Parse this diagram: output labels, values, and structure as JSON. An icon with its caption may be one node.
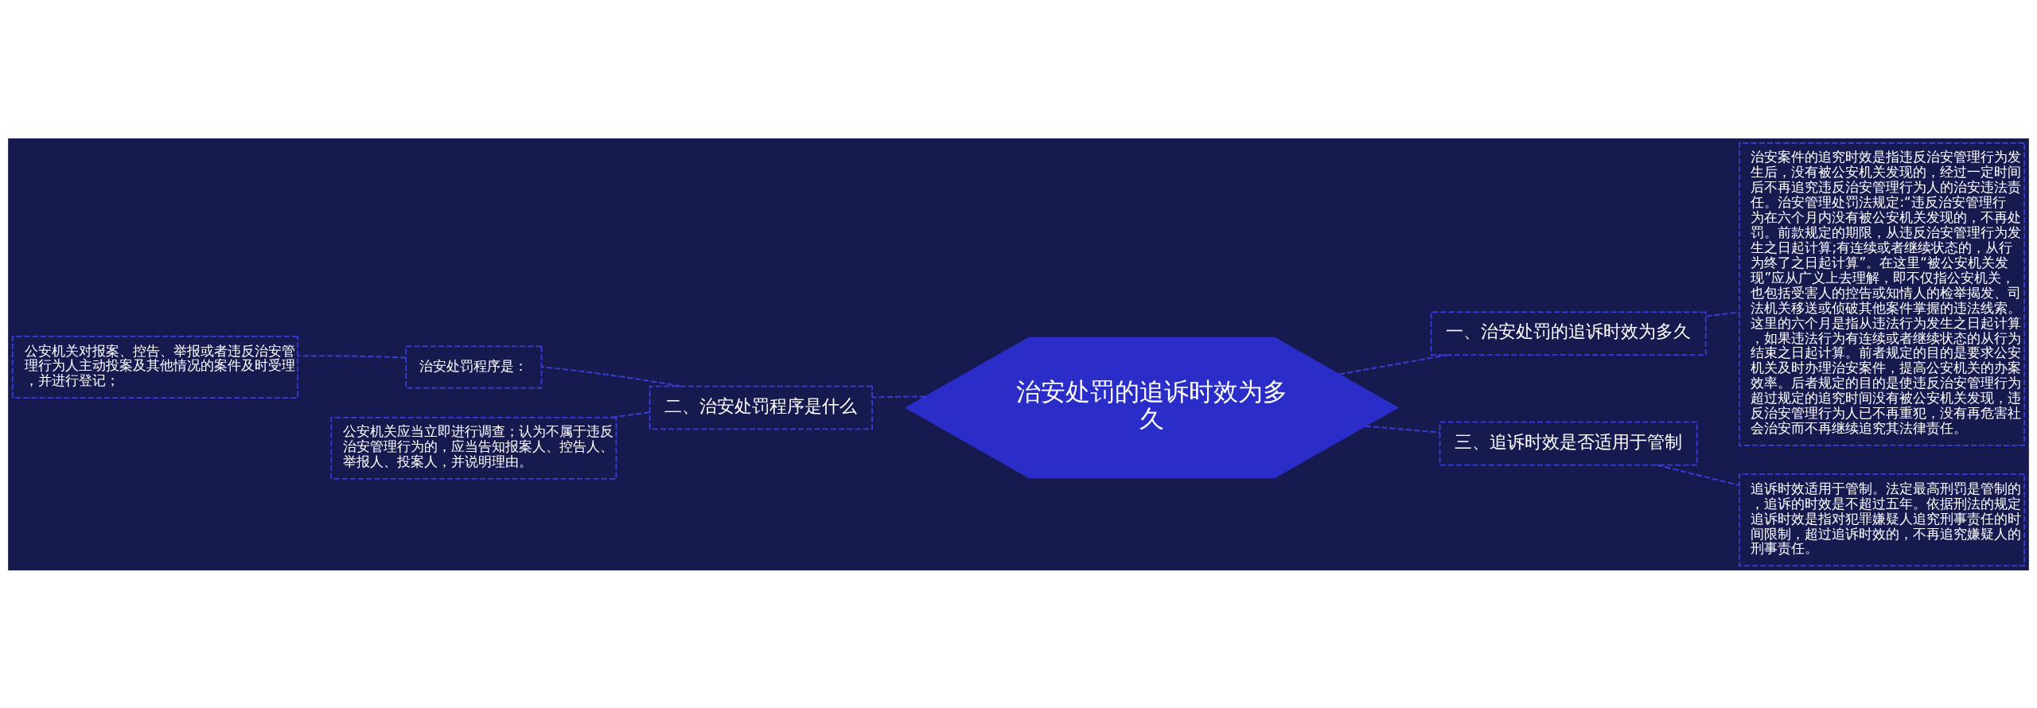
{
  "diagram": {
    "nodes": [
      {
        "text": [
          "治安处罚的追诉时效为多久"
        ]
      },
      {
        "text": [
          "一、治安处罚的追诉时效为多久"
        ]
      },
      {
        "text": [
          "治安案件的追究时效是指违反治安管理行为发生后，没有被公安机关发现的，经过一定时间后不再追究违反治安管理行为人的治安违法责任。治安管理处罚法规定:“违反治安管理行为在六个月内没有被公安机关发现的，不再处罚。前款规定的期限，从违反治安管理行为发生之日起计算;有连续或者继续状态的，从行为终了之日起计算”。在这里“被公安机关发现”应从广义上去理解，即不仅指公安机关，也包括受害人的控告或知情人的检举揭发、司法机关移送或侦破其他案件掌握的违法线索。这里的六个月是指从违法行为发生之日起计算，如果违法行为有连续或者继续状态的从行为结束之日起计算。前者规定的目的是要求公安机关及时办理治安案件，提高公安机关的办案效率。后者规定的目的是使违反治安管理行为超过规定的追究时间没有被公安机关发现，违反治安管理行为人已不再重犯，没有再危害社会治安而不再继续追究其法律责任。"
        ]
      },
      {
        "text": [
          "二、治安处罚程序是什么"
        ]
      },
      {
        "text": [
          "治安处罚程序是："
        ]
      },
      {
        "text": [
          "公安机关对报案、控告、举报或者违反治安管理行为人主动投案及其他情况的案件及时受理，并进行登记；"
        ]
      },
      {
        "text": [
          "公安机关应当立即进行调查；认为不属于违反治安管理行为的，应当告知报案人、控告人、举报人、投案人，并说明理由。"
        ]
      },
      {
        "text": [
          "三、追诉时效是否适用于管制"
        ]
      },
      {
        "text": [
          "追诉时效适用于管制。法定最高刑罚是管制的，追诉的时效是不超过五年。依据刑法的规定追诉时效是指对犯罪嫌疑人追究刑事责任的时间限制，超过追诉时效的，不再追究嫌疑人的刑事责任。"
        ]
      }
    ],
    "edges": [
      {
        "from": 0,
        "to": 1,
        "arrow": "none",
        "style": "dashed"
      },
      {
        "from": 1,
        "to": 2,
        "arrow": "none",
        "style": "dashed"
      },
      {
        "from": 0,
        "to": 3,
        "arrow": "none",
        "style": "dashed"
      },
      {
        "from": 3,
        "to": 4,
        "arrow": "none",
        "style": "dashed"
      },
      {
        "from": 4,
        "to": 5,
        "arrow": "none",
        "style": "dashed"
      },
      {
        "from": 3,
        "to": 6,
        "arrow": "none",
        "style": "dashed"
      },
      {
        "from": 0,
        "to": 7,
        "arrow": "none",
        "style": "dashed"
      },
      {
        "from": 7,
        "to": 8,
        "arrow": "none",
        "style": "dashed"
      }
    ]
  }
}
